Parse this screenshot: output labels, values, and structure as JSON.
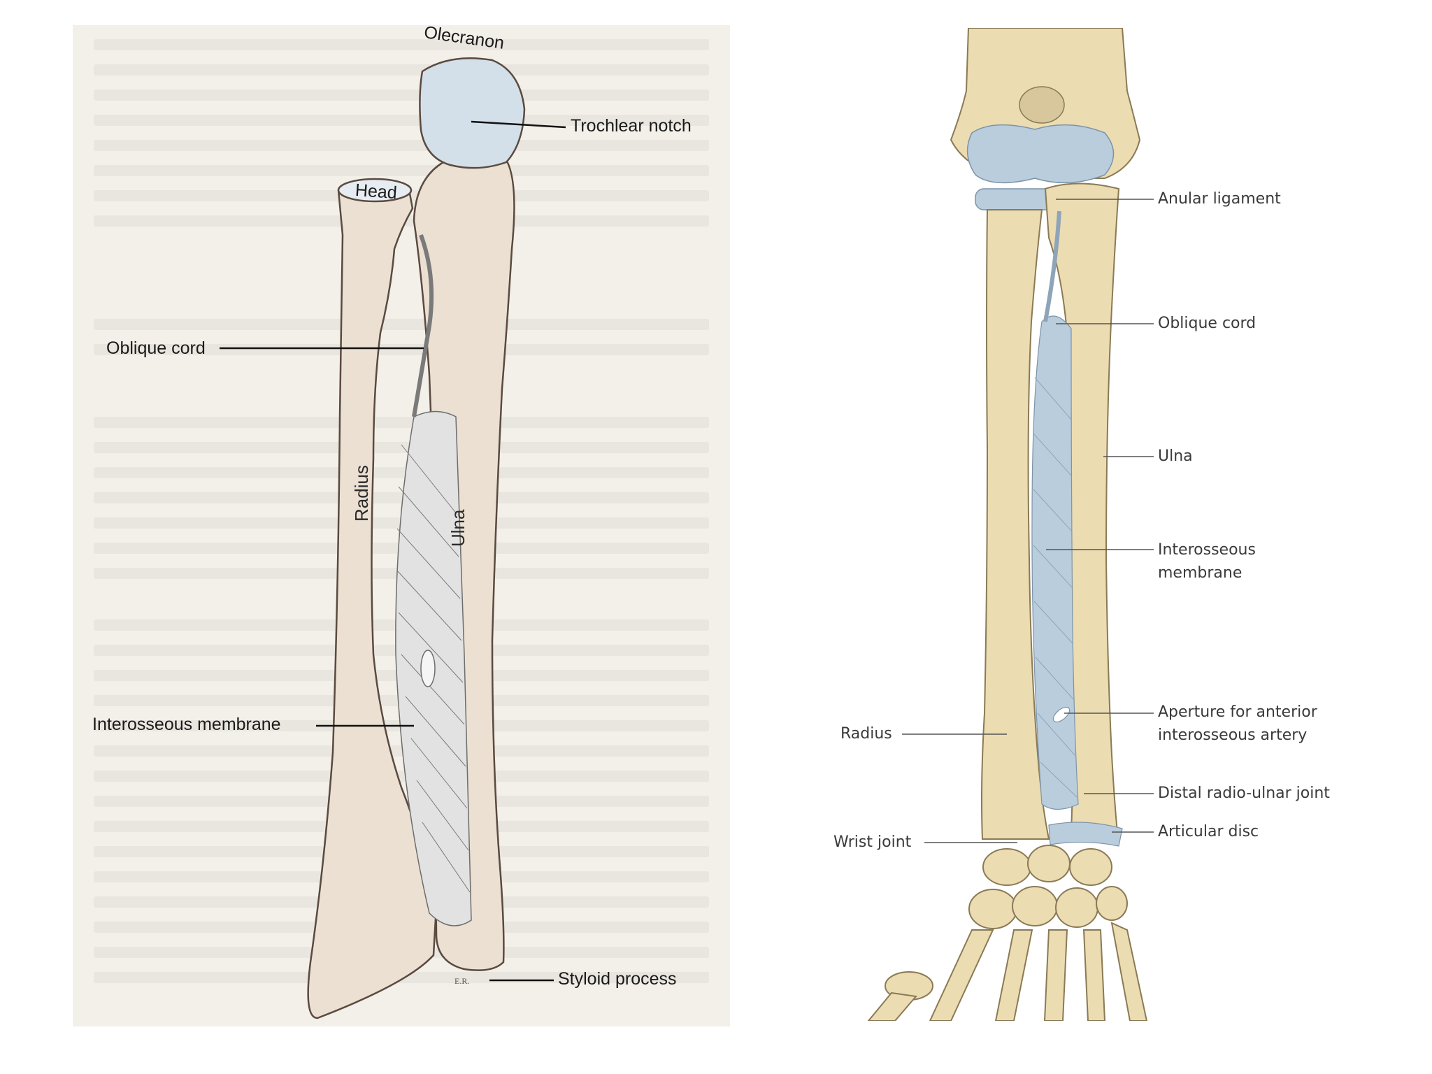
{
  "left": {
    "labels": {
      "olecranon": "Olecranon",
      "trochlear_notch": "Trochlear notch",
      "head": "Head",
      "oblique_cord": "Oblique cord",
      "radius": "Radius",
      "ulna": "Ulna",
      "interosseous_membrane": "Interosseous membrane",
      "styloid_process": "Styloid process",
      "signature": "E.R."
    }
  },
  "right": {
    "labels": {
      "anular_ligament": "Anular ligament",
      "oblique_cord": "Oblique cord",
      "ulna": "Ulna",
      "interosseous_membrane_line1": "Interosseous",
      "interosseous_membrane_line2": "membrane",
      "aperture_line1": "Aperture for anterior",
      "aperture_line2": "interosseous artery",
      "radius": "Radius",
      "distal_radio_ulnar_joint": "Distal radio-ulnar joint",
      "articular_disc": "Articular disc",
      "wrist_joint": "Wrist joint"
    }
  },
  "colors": {
    "left_background": "#f3efe9",
    "left_bone": "#ebe0d2",
    "right_bone": "#ecdcb2",
    "ligament_blue": "#b9cddd"
  }
}
